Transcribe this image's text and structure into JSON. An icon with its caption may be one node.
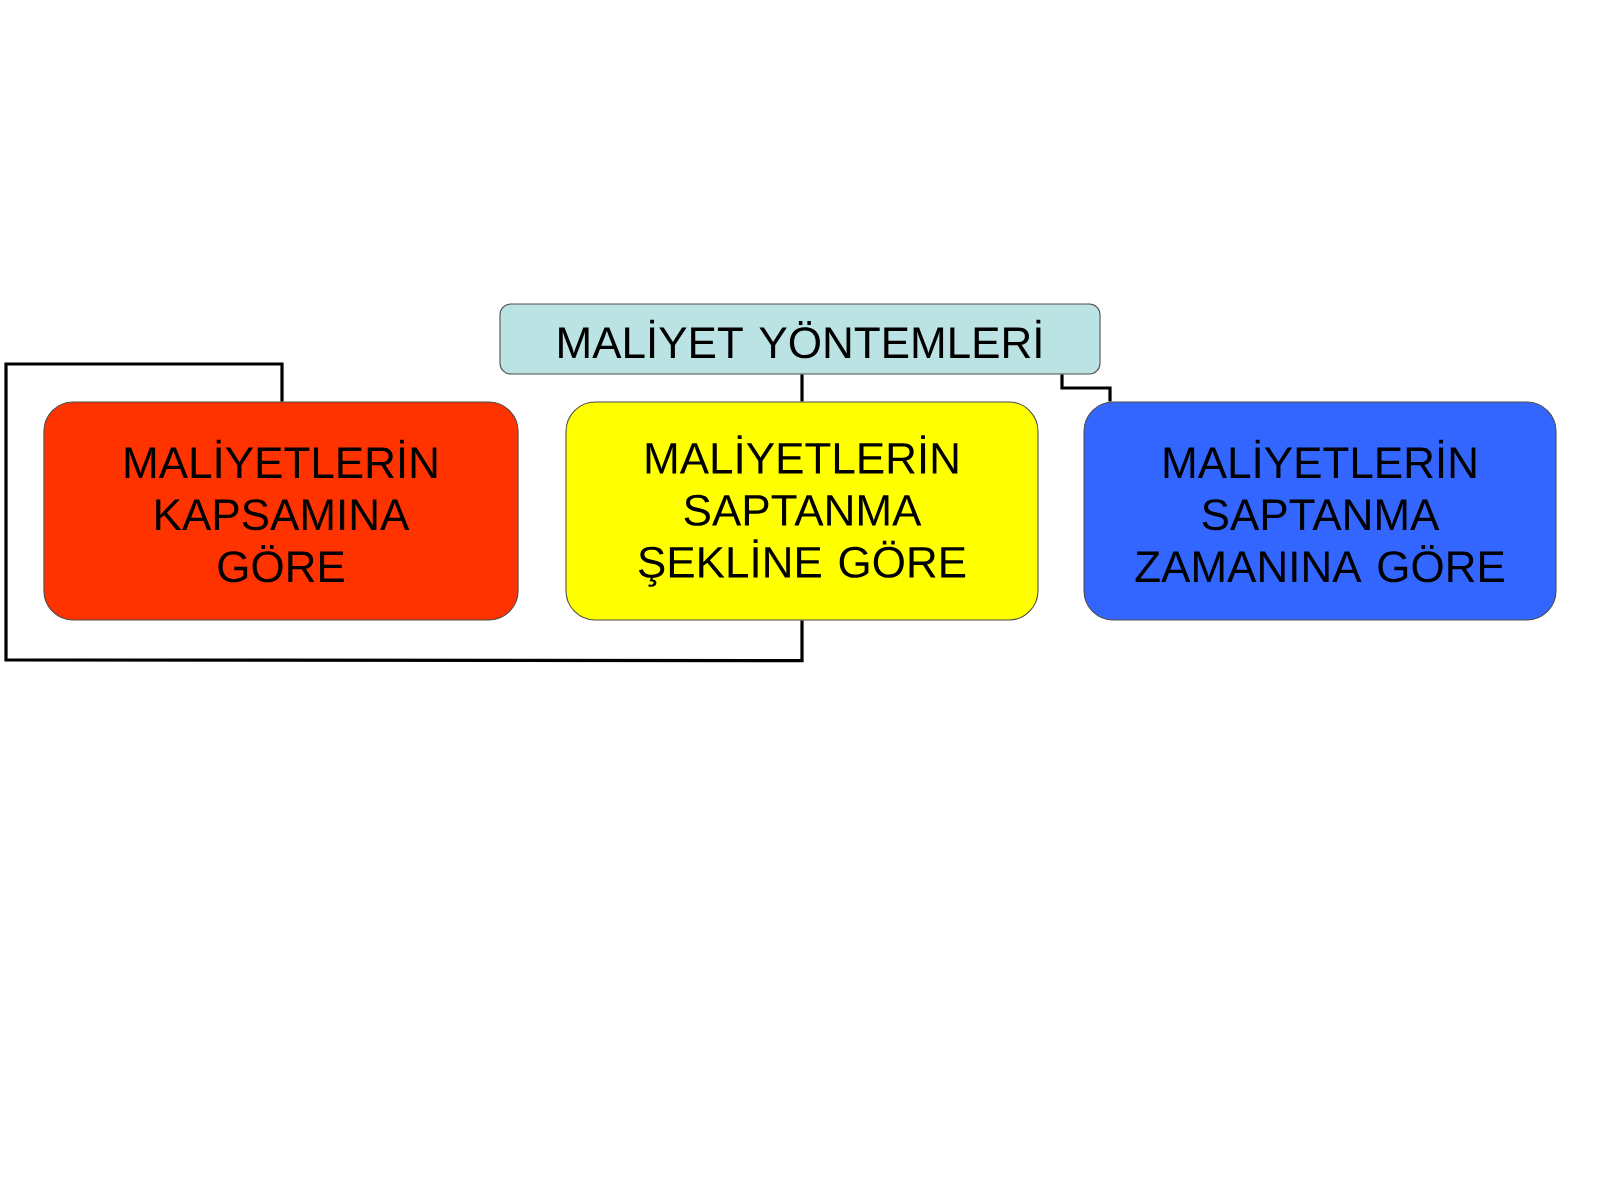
{
  "diagram": {
    "nodes": [
      {
        "text": [
          "MALİYET YÖNTEMLERİ"
        ]
      },
      {
        "text": [
          "MALİYETLERİN KAPSAMINA GÖRE"
        ]
      },
      {
        "text": [
          "MALİYETLERİN SAPTANMA ŞEKLİNE GÖRE"
        ]
      },
      {
        "text": [
          "MALİYETLERİN SAPTANMA ZAMANINA GÖRE"
        ]
      }
    ],
    "edges": [
      {
        "from": 0,
        "to": 2,
        "arrow": "none"
      },
      {
        "from": 0,
        "to": 3,
        "arrow": "none"
      },
      {
        "from": 2,
        "to": 1,
        "arrow": "none"
      }
    ]
  }
}
